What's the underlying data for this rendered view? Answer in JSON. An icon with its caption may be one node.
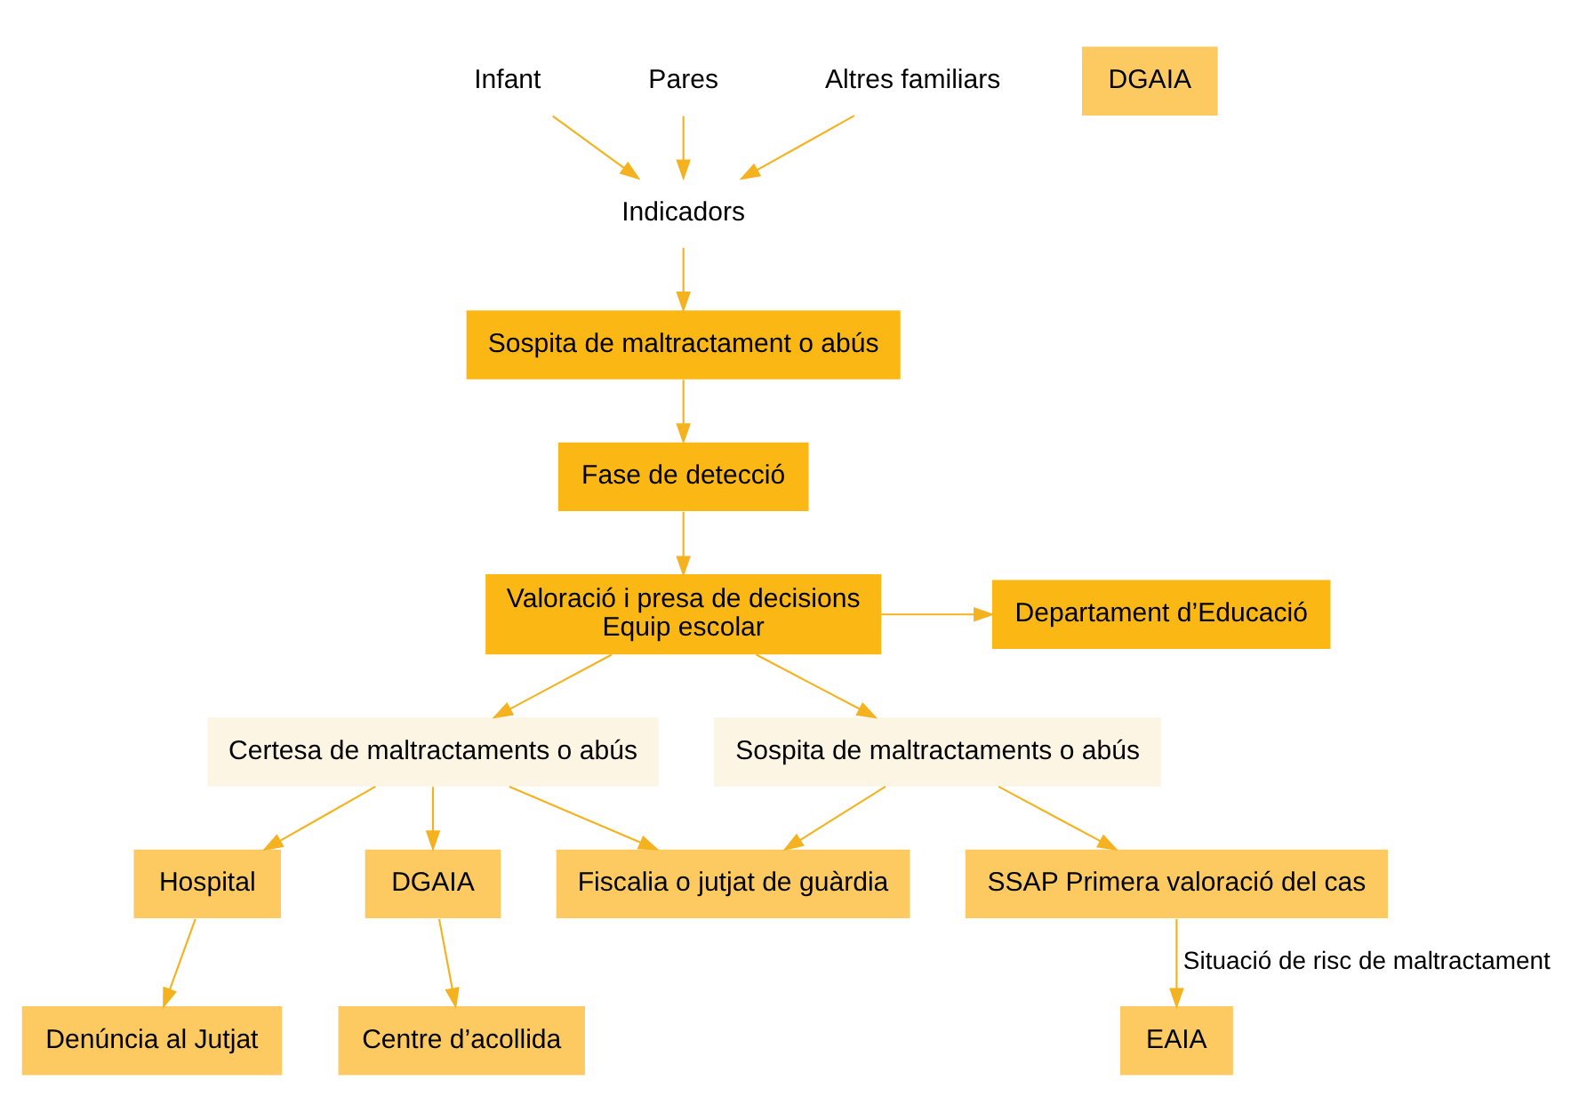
{
  "diagram": {
    "nodes": [
      {
        "text": [
          "Infant"
        ]
      },
      {
        "text": [
          "Pares"
        ]
      },
      {
        "text": [
          "Altres familiars"
        ]
      },
      {
        "text": [
          "Indicadors"
        ]
      },
      {
        "text": [
          "Sospita de maltractament o abús"
        ]
      },
      {
        "text": [
          "Fase de detecció"
        ]
      },
      {
        "text": [
          "Valoració i presa de decisions",
          "Equip escolar"
        ]
      },
      {
        "text": [
          "Departament d’Educació"
        ]
      },
      {
        "text": [
          "Certesa de maltractaments o abús"
        ]
      },
      {
        "text": [
          "Sospita de maltractaments o abús"
        ]
      },
      {
        "text": [
          "Hospital"
        ]
      },
      {
        "text": [
          "DGAIA"
        ]
      },
      {
        "text": [
          "Fiscalia o jutjat de guàrdia"
        ]
      },
      {
        "text": [
          "Denúncia al Jutjat"
        ]
      },
      {
        "text": [
          "Centre d’acollida"
        ]
      },
      {
        "text": [
          "SSAP Primera valoració del cas"
        ]
      },
      {
        "text": [
          "EAIA"
        ]
      },
      {
        "text": [
          "DGAIA"
        ]
      }
    ],
    "edges": [
      {
        "from": 0,
        "to": 3,
        "arrow": "to"
      },
      {
        "from": 1,
        "to": 3,
        "arrow": "to"
      },
      {
        "from": 2,
        "to": 3,
        "arrow": "to"
      },
      {
        "from": 3,
        "to": 4,
        "arrow": "to"
      },
      {
        "from": 4,
        "to": 5,
        "arrow": "to"
      },
      {
        "from": 5,
        "to": 6,
        "arrow": "to"
      },
      {
        "from": 6,
        "to": 7,
        "arrow": "to"
      },
      {
        "from": 6,
        "to": 8,
        "arrow": "to"
      },
      {
        "from": 6,
        "to": 9,
        "arrow": "to"
      },
      {
        "from": 8,
        "to": 10,
        "arrow": "to"
      },
      {
        "from": 8,
        "to": 11,
        "arrow": "to"
      },
      {
        "from": 8,
        "to": 12,
        "arrow": "to"
      },
      {
        "from": 9,
        "to": 12,
        "arrow": "to"
      },
      {
        "from": 9,
        "to": 15,
        "arrow": "to"
      },
      {
        "from": 10,
        "to": 13,
        "arrow": "to"
      },
      {
        "from": 11,
        "to": 14,
        "arrow": "to"
      },
      {
        "from": 15,
        "to": 16,
        "arrow": "to",
        "label": "Situació de risc de maltractament"
      }
    ]
  }
}
